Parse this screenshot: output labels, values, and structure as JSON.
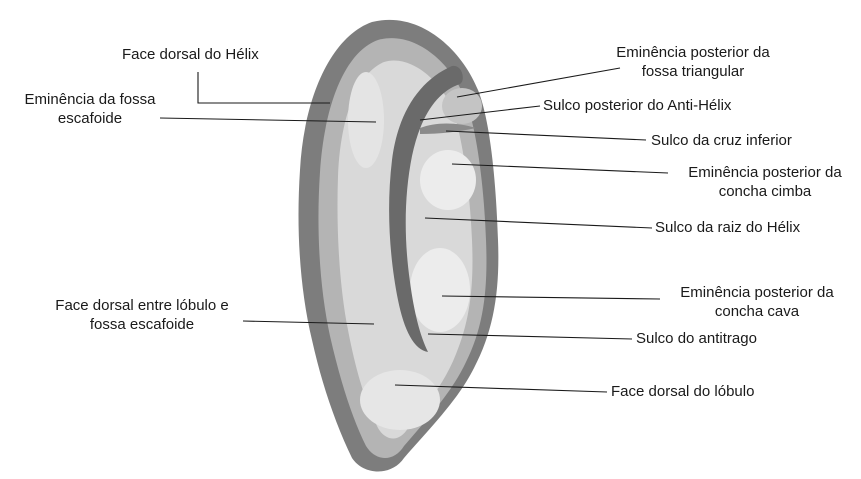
{
  "labels": {
    "face_dorsal_helix": "Face dorsal do Hélix",
    "eminencia_fossa_escafoide_1": "Eminência da fossa",
    "eminencia_fossa_escafoide_2": "escafoide",
    "face_dorsal_lobulo_escafoide_1": "Face dorsal entre lóbulo e",
    "face_dorsal_lobulo_escafoide_2": "fossa escafoide",
    "eminencia_fossa_triangular_1": "Eminência posterior da",
    "eminencia_fossa_triangular_2": "fossa triangular",
    "sulco_anti_helix": "Sulco posterior do Anti-Hélix",
    "sulco_cruz_inferior": "Sulco da cruz inferior",
    "eminencia_concha_cimba_1": "Eminência posterior da",
    "eminencia_concha_cimba_2": "concha cimba",
    "sulco_raiz_helix": "Sulco da raiz do Hélix",
    "eminencia_concha_cava_1": "Eminência posterior da",
    "eminencia_concha_cava_2": "concha cava",
    "sulco_antitrago": "Sulco do antitrago",
    "face_dorsal_lobulo": "Face dorsal do lóbulo"
  },
  "colors": {
    "outer_rim": "#7d7d7d",
    "mid_band": "#b4b4b4",
    "inner_light": "#d9d9d9",
    "lightest": "#ececec",
    "groove": "#6a6a6a",
    "leader_line": "#1a1a1a"
  }
}
